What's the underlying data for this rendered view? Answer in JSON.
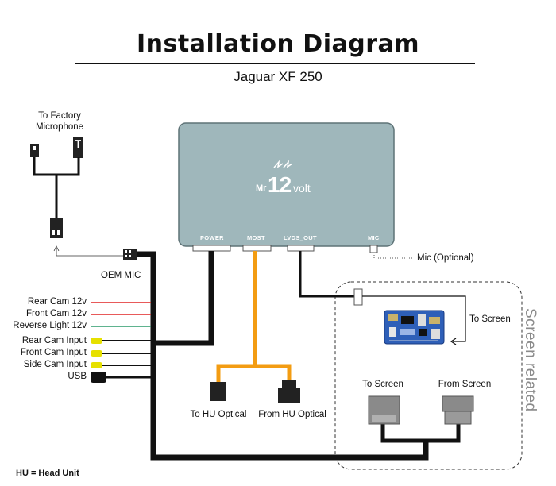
{
  "header": {
    "title": "Installation Diagram",
    "subtitle": "Jaguar XF 250"
  },
  "module": {
    "logo_prefix": "Mr",
    "logo_number": "12",
    "logo_suffix": "volt",
    "ports": [
      "POWER",
      "MOST",
      "LVDS_OUT",
      "MIC"
    ]
  },
  "labels": {
    "factory_mic_line1": "To Factory",
    "factory_mic_line2": "Microphone",
    "oem_mic": "OEM MIC",
    "mic_optional": "Mic (Optional)",
    "to_screen_side": "To Screen",
    "to_screen_connector": "To Screen",
    "from_screen_connector": "From Screen",
    "to_hu_optical": "To HU Optical",
    "from_hu_optical": "From HU Optical",
    "screen_related": "Screen related"
  },
  "wires": [
    {
      "label": "Rear Cam 12v",
      "color": "#e02424"
    },
    {
      "label": "Front Cam 12v",
      "color": "#e02424"
    },
    {
      "label": "Reverse Light 12v",
      "color": "#2a9a6a"
    },
    {
      "label": "Rear Cam Input",
      "color": "#e6e000"
    },
    {
      "label": "Front Cam Input",
      "color": "#e6e000"
    },
    {
      "label": "Side Cam Input",
      "color": "#e6e000"
    },
    {
      "label": "USB",
      "color": "#111111"
    }
  ],
  "colors": {
    "module": "#9fb7bb",
    "most_cable": "#f39c12",
    "cable": "#111111",
    "connector_grey": "#8a8a8a"
  },
  "footer": "HU = Head Unit"
}
